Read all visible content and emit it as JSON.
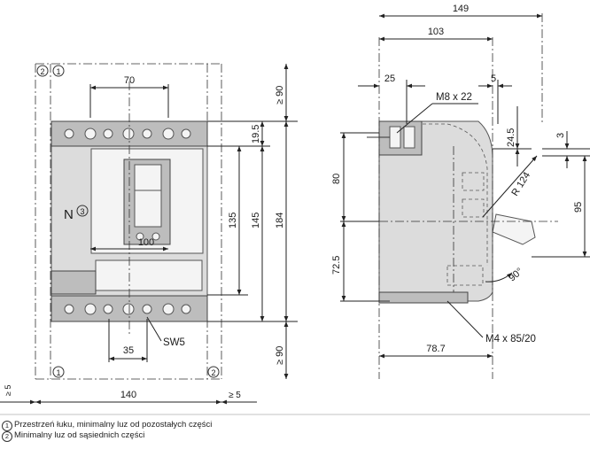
{
  "front_view": {
    "dims": {
      "d70": "70",
      "d100": "100",
      "d35": "35",
      "d140": "140",
      "d19_5": "19.5",
      "d135": "135",
      "d145": "145",
      "d184": "184",
      "ge90_top": "≥ 90",
      "ge90_bottom": "≥ 90",
      "ge5_left": "≥ 5",
      "ge5_right": "≥ 5"
    },
    "labels": {
      "neutral": "N",
      "neutral_ref": "3",
      "sw5": "SW5",
      "ref2_top": "2",
      "ref1_top": "1",
      "ref1_bottom": "1",
      "ref2_bottom": "2"
    }
  },
  "side_view": {
    "dims": {
      "d149": "149",
      "d103": "103",
      "d25": "25",
      "d5": "5",
      "d24_5": "24.5",
      "d3": "3",
      "d80": "80",
      "d72_5": "72.5",
      "d95": "95",
      "d78_7": "78.7",
      "r124": "R 124",
      "angle": "90°"
    },
    "labels": {
      "screw_top": "M8 x 22",
      "screw_bottom": "M4 x 85/20"
    }
  },
  "legend": {
    "items": [
      {
        "num": "1",
        "text": "Przestrzeń łuku, minimalny luz od pozostałych części"
      },
      {
        "num": "2",
        "text": "Minimalny luz od sąsiednich części"
      }
    ]
  }
}
